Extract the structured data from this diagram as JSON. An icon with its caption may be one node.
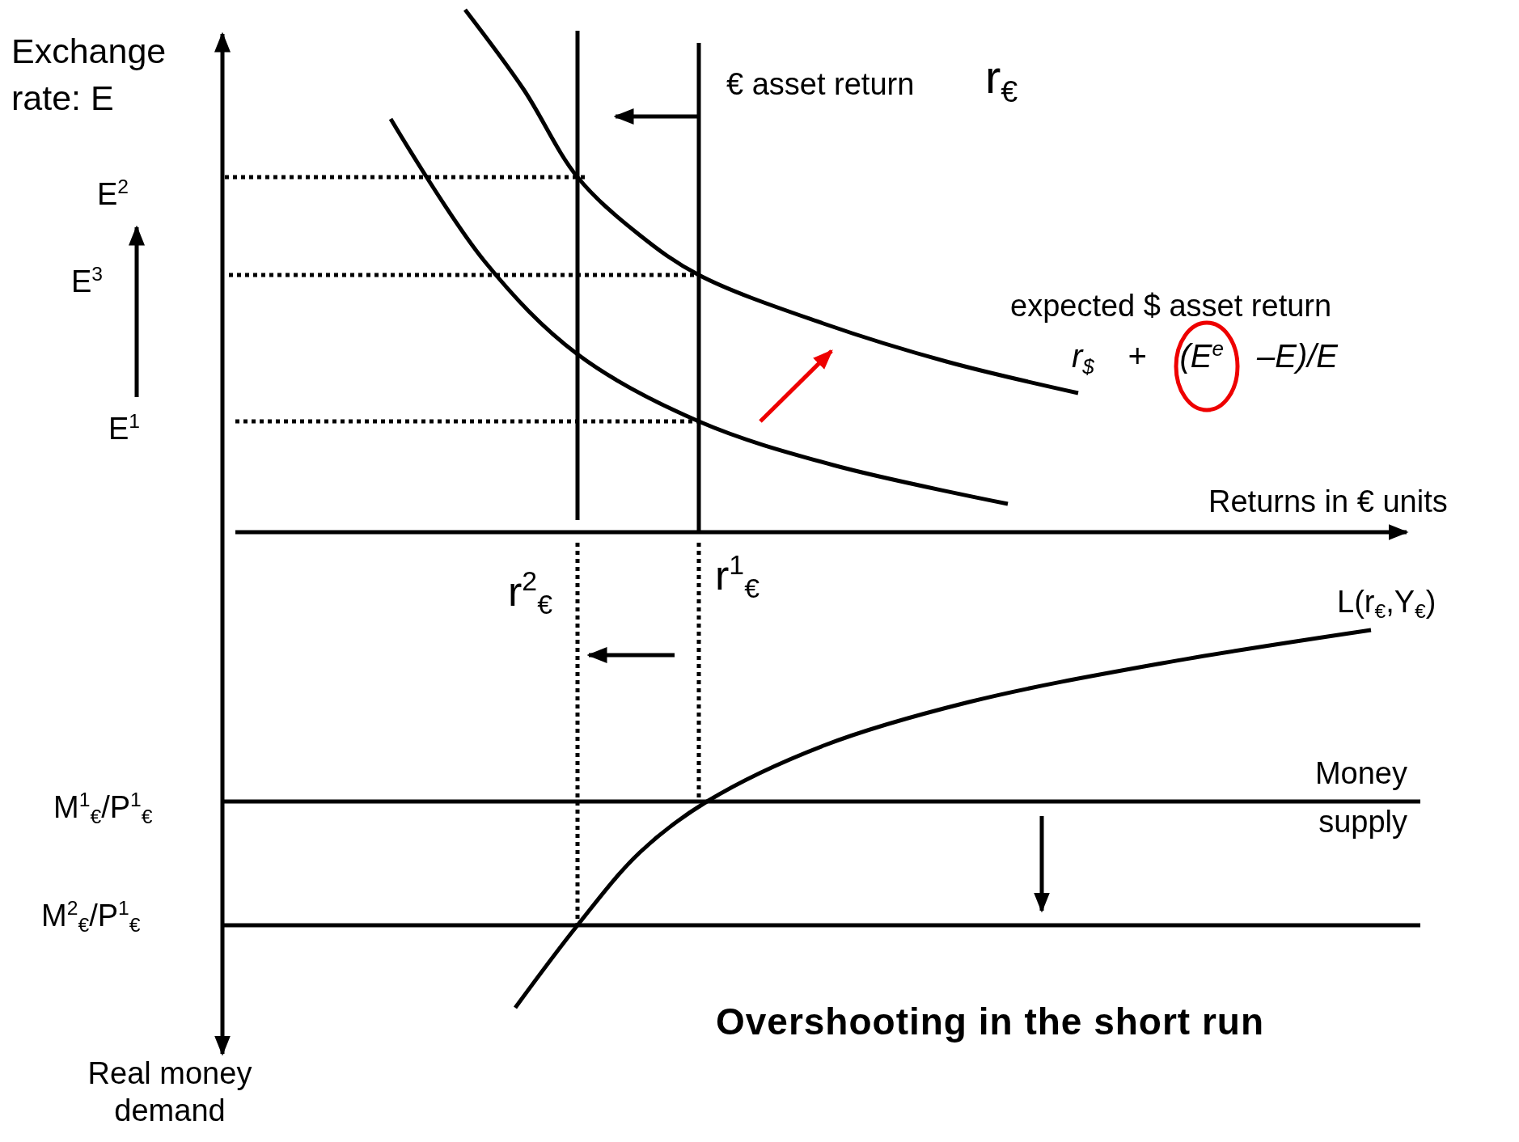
{
  "diagram": {
    "title": "Overshooting in the short run",
    "labels": [
      "Exchange rate: E",
      "€ asset return",
      "r$_{€}$",
      "E$^{2}$",
      "E$^{3}$",
      "expected $ asset return",
      "r$_{$}$ + (E$^{e}$ –E)/E",
      "E$^{1}$",
      "Returns in € units",
      "r$^{1}$$_{€}$",
      "r$^{2}$$_{€}$",
      "L(r$_{€}$,Y$_{€}$)",
      "Money supply",
      "M$^{1}$$_{€}$/P$^{1}$$_{€}$",
      "M$^{2}$$_{€}$/P$^{1}$$_{€}$",
      "Real money demand"
    ]
  }
}
